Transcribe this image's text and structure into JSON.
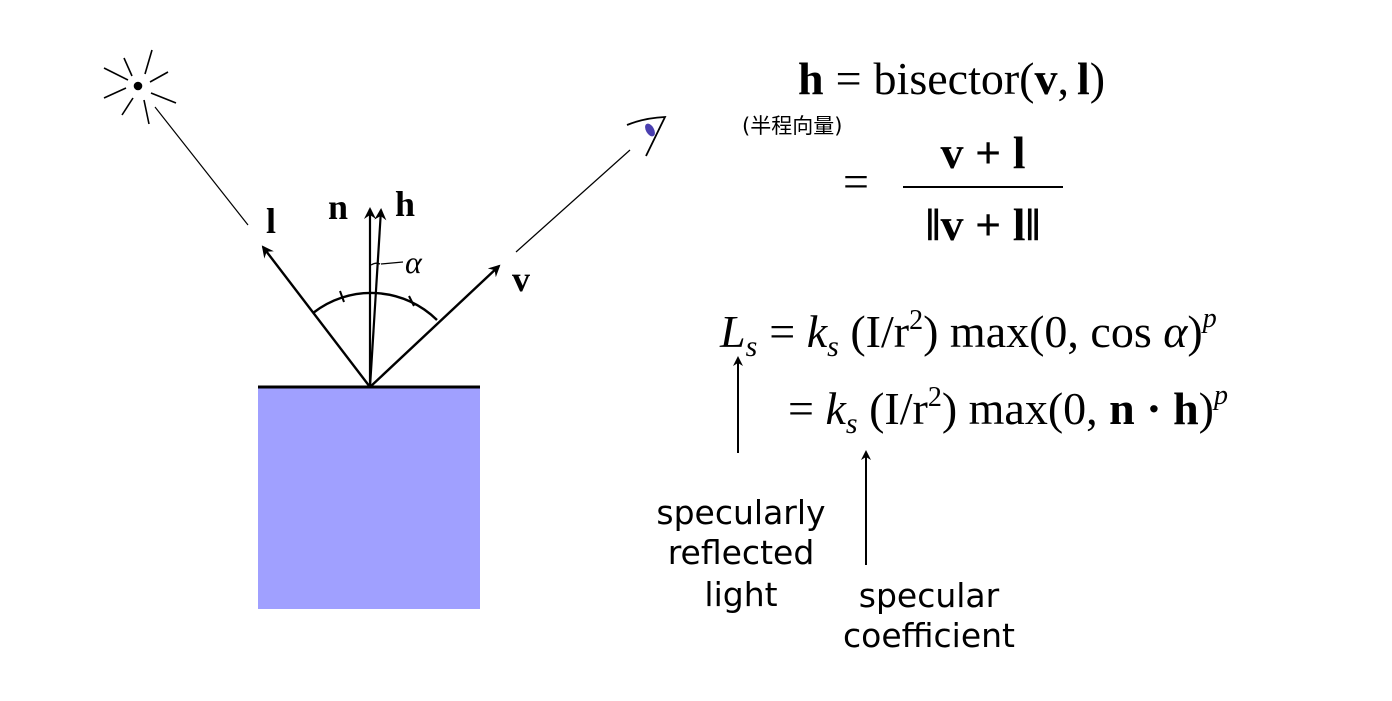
{
  "diagram": {
    "colors": {
      "surface": "#a0a0ff",
      "line": "#000000",
      "eye": "#4a3fb0"
    },
    "icons": [
      "light-source-icon",
      "eye-icon"
    ],
    "vector_labels": {
      "l": "l",
      "n": "n",
      "h": "h",
      "v": "v",
      "alpha": "α"
    }
  },
  "formula": {
    "h_def": {
      "lhs": "h",
      "eq": "=",
      "fn": "bisector(",
      "v": "v",
      "comma": ",",
      "l": "l",
      "close": ")"
    },
    "h_note": "(半程向量)",
    "h_frac": {
      "eq": "=",
      "num": "v + l",
      "den": "‖v + l‖"
    },
    "ls_line1": {
      "L": "L",
      "sub": "s",
      "rhs1": "= ",
      "k": "k",
      "ksub": "s",
      "mid": " (I/r",
      "sq": "2",
      "tail": ") max(0, cos ",
      "alpha": "α",
      "close": ")",
      "p": "p"
    },
    "ls_line2": {
      "rhs1": "= ",
      "k": "k",
      "ksub": "s",
      "mid": " (I/r",
      "sq": "2",
      "tail": ") max(0, ",
      "nh": "n · h",
      "close": ")",
      "p": "p"
    }
  },
  "annotations": {
    "reflected": [
      "specularly",
      "reflected",
      "light"
    ],
    "coefficient": [
      "specular",
      "coefficient"
    ]
  }
}
